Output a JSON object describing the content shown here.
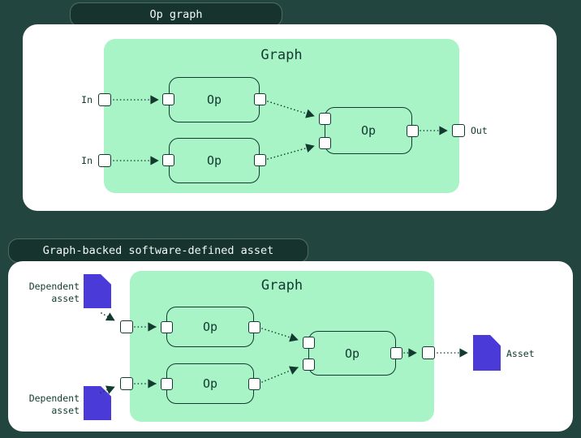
{
  "colors": {
    "background": "#234540",
    "tab_fill": "#16332d",
    "card": "#ffffff",
    "graph_fill": "#a8f4c6",
    "stroke_dark": "#123a31",
    "asset_purple": "#4a3bd8"
  },
  "op_graph_panel": {
    "tab_label": "Op graph",
    "graph_title": "Graph",
    "input_labels": [
      "In",
      "In"
    ],
    "output_label": "Out",
    "op_labels": [
      "Op",
      "Op",
      "Op"
    ]
  },
  "asset_panel": {
    "tab_label": "Graph-backed software-defined asset",
    "graph_title": "Graph",
    "dependent_asset_labels": [
      "Dependent asset",
      "Dependent asset"
    ],
    "asset_label": "Asset",
    "op_labels": [
      "Op",
      "Op",
      "Op"
    ]
  }
}
